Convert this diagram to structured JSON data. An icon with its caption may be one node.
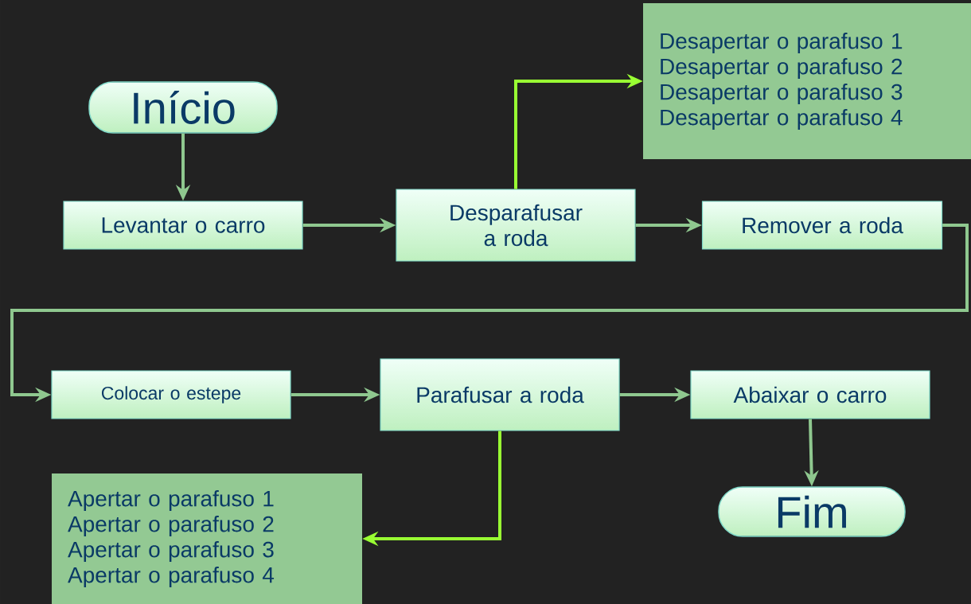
{
  "diagram": {
    "nodes": [
      {
        "text": [
          "Início"
        ]
      },
      {
        "text": [
          "Levantar o carro"
        ]
      },
      {
        "text": [
          "Desparafusar a roda"
        ]
      },
      {
        "text": [
          "Desapertar o parafuso 1",
          "Desapertar o parafuso 2",
          "Desapertar o parafuso 3",
          "Desapertar o parafuso 4"
        ]
      },
      {
        "text": [
          "Remover a roda"
        ]
      },
      {
        "text": [
          "Colocar o estepe"
        ]
      },
      {
        "text": [
          "Parafusar a roda"
        ]
      },
      {
        "text": [
          "Abaixar o carro"
        ]
      },
      {
        "text": [
          "Apertar o parafuso 1",
          "Apertar o parafuso 2",
          "Apertar o parafuso 3",
          "Apertar o parafuso 4"
        ]
      },
      {
        "text": [
          "Fim"
        ]
      }
    ],
    "edges": [
      {
        "from": 0,
        "to": 1,
        "arrow": "to"
      },
      {
        "from": 1,
        "to": 2,
        "arrow": "to"
      },
      {
        "from": 2,
        "to": 3,
        "arrow": "to",
        "color": "#99ff33"
      },
      {
        "from": 2,
        "to": 4,
        "arrow": "to"
      },
      {
        "from": 4,
        "to": 5,
        "arrow": "to"
      },
      {
        "from": 5,
        "to": 6,
        "arrow": "to"
      },
      {
        "from": 6,
        "to": 7,
        "arrow": "to"
      },
      {
        "from": 6,
        "to": 8,
        "arrow": "to",
        "color": "#99ff33"
      },
      {
        "from": 7,
        "to": 9,
        "arrow": "to"
      }
    ]
  }
}
